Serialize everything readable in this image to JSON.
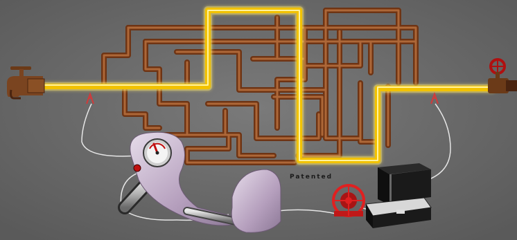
{
  "caption": "Patented",
  "colors": {
    "background": "#6b6b6b",
    "copper_pipe": "#8a4a22",
    "copper_highlight": "#c98752",
    "highlighted_path": "#f2c200",
    "glow": "#ffe766",
    "wire": "#e6e6e6",
    "clamp": "#d23a3a",
    "reel": "#e02020",
    "device_case": "#1a1a1a",
    "handle_body": "#b9a5c0"
  },
  "objects": [
    {
      "name": "faucet-icon"
    },
    {
      "name": "shutoff-valve-icon"
    },
    {
      "name": "pipe-network"
    },
    {
      "name": "highlighted-pipe-path"
    },
    {
      "name": "left-clamp-icon"
    },
    {
      "name": "right-clamp-icon"
    },
    {
      "name": "listening-probe-handle"
    },
    {
      "name": "pressure-gauge-icon"
    },
    {
      "name": "cable-reel-icon"
    },
    {
      "name": "receiver-case-icon"
    }
  ]
}
